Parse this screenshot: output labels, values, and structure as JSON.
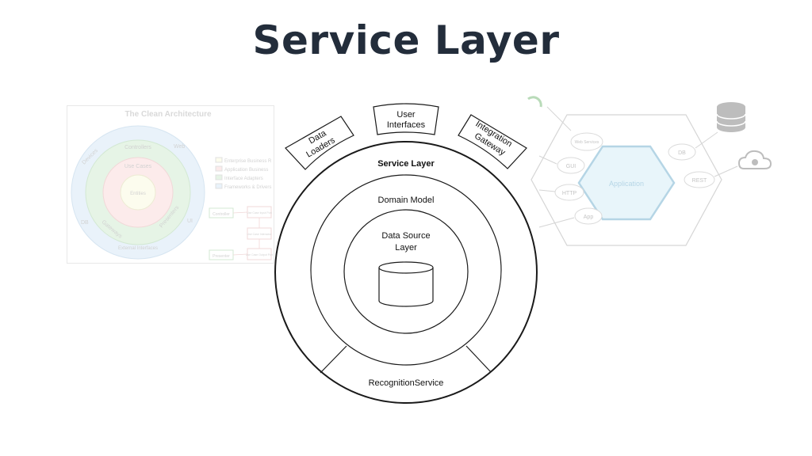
{
  "slide": {
    "title": "Service Layer"
  },
  "left_figure": {
    "title": "The Clean Architecture",
    "rings": [
      "Entities",
      "Use Cases",
      "Controllers",
      "Gateways",
      "Presenters",
      "Devices",
      "Web",
      "DB",
      "UI",
      "External Interfaces"
    ],
    "legend": [
      "Enterprise Business R",
      "Application Business",
      "Interface Adapters",
      "Frameworks & Drivers"
    ],
    "flow_boxes": [
      "Controller",
      "Use Case Input Port",
      "Use Case Interactor",
      "Use Case Output Port",
      "Presenter"
    ],
    "colors": {
      "entities": "#f5f3b5",
      "use_cases": "#f3a7a7",
      "adapters": "#8fd08f",
      "frameworks": "#9fc9ec"
    }
  },
  "right_figure": {
    "center": "Application",
    "adapters": [
      "Web Services",
      "GUI",
      "HTTP",
      "App",
      "DB",
      "REST"
    ],
    "icons": [
      "database-icon",
      "cloud-gear-icon",
      "refresh-arc-icon"
    ],
    "colors": {
      "hexagon_fill": "#bfe3f2",
      "hexagon_stroke": "#2d8ab7"
    }
  },
  "diagram": {
    "tabs": {
      "left": [
        "Data",
        "Loaders"
      ],
      "top": [
        "User",
        "Interfaces"
      ],
      "right": [
        "Integration",
        "Gateway"
      ]
    },
    "outer_ring_label": "Service Layer",
    "middle_ring_label": "Domain Model",
    "inner_ring_label": [
      "Data Source",
      "Layer"
    ],
    "bottom_segment_label": "RecognitionService",
    "inner_icon": "database-cylinder-icon"
  }
}
